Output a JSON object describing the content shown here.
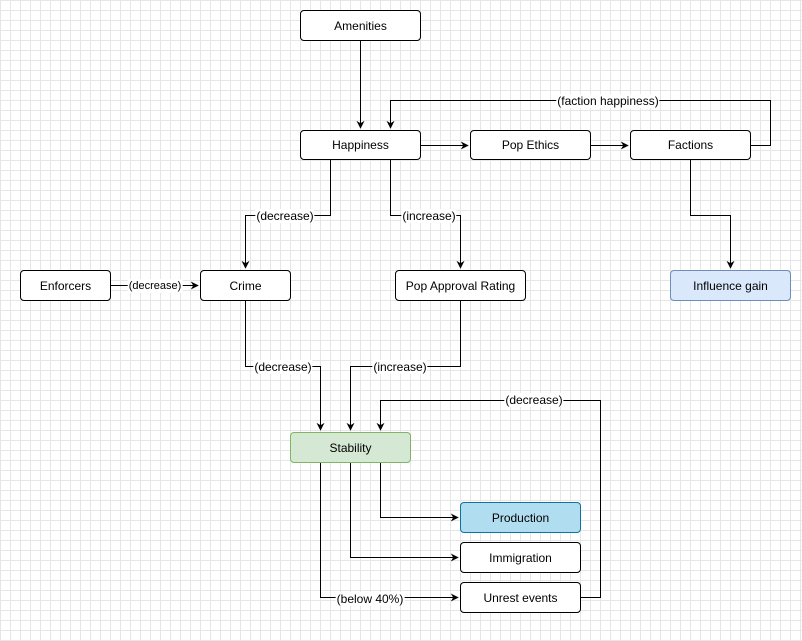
{
  "nodes": {
    "amenities": "Amenities",
    "happiness": "Happiness",
    "pop_ethics": "Pop Ethics",
    "factions": "Factions",
    "enforcers": "Enforcers",
    "crime": "Crime",
    "pop_approval_rating": "Pop Approval Rating",
    "influence_gain": "Influence gain",
    "stability": "Stability",
    "production": "Production",
    "immigration": "Immigration",
    "unrest_events": "Unrest events"
  },
  "edge_labels": {
    "faction_happiness": "(faction happiness)",
    "happiness_crime": "(decrease)",
    "happiness_approval": "(increase)",
    "enforcers_crime": "(decrease)",
    "crime_stability": "(decrease)",
    "approval_stability": "(increase)",
    "unrest_stability": "(decrease)",
    "stability_unrest": "(below 40%)"
  },
  "colors": {
    "stability_fill": "#d5e8d4",
    "stability_stroke": "#82b366",
    "influence_fill": "#dae8fc",
    "influence_stroke": "#6c8ebf",
    "production_fill": "#b1ddf0",
    "production_stroke": "#10739e"
  }
}
